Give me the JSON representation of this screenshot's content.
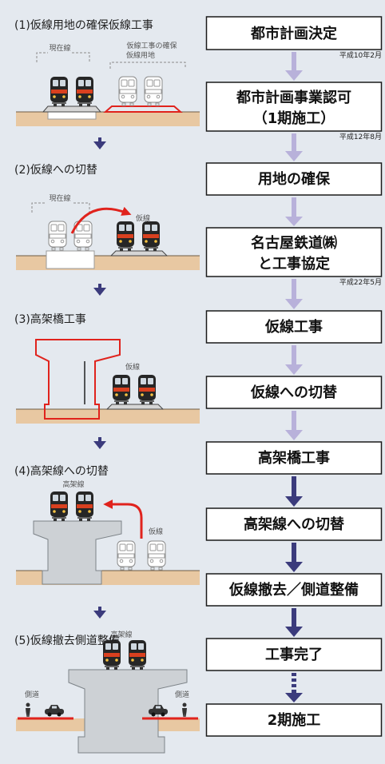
{
  "steps": [
    {
      "heading": "(1)仮線用地の確保仮線工事",
      "labels": {
        "current_line": "現在線",
        "land_line1": "仮線工事の確保",
        "land_line2": "仮線用地"
      }
    },
    {
      "heading": "(2)仮線への切替",
      "labels": {
        "current_line": "現在線",
        "temp_line": "仮線"
      }
    },
    {
      "heading": "(3)高架橋工事",
      "labels": {
        "temp_line": "仮線"
      }
    },
    {
      "heading": "(4)高架線への切替",
      "labels": {
        "elevated_line": "高架線",
        "temp_line": "仮線"
      }
    },
    {
      "heading": "(5)仮線撤去側道整備",
      "labels": {
        "elevated_line": "高架線",
        "side_road_left": "側道",
        "side_road_right": "側道"
      }
    }
  ],
  "flow": [
    {
      "lines": [
        "都市計画決定"
      ],
      "date": "平成10年2月"
    },
    {
      "lines": [
        "都市計画事業認可",
        "（1期施工）"
      ],
      "date": "平成12年8月"
    },
    {
      "lines": [
        "用地の確保"
      ]
    },
    {
      "lines": [
        "名古屋鉄道㈱",
        "と工事協定"
      ],
      "date": "平成22年5月"
    },
    {
      "lines": [
        "仮線工事"
      ]
    },
    {
      "lines": [
        "仮線への切替"
      ]
    },
    {
      "lines": [
        "高架橋工事"
      ]
    },
    {
      "lines": [
        "高架線への切替"
      ]
    },
    {
      "lines": [
        "仮線撤去／側道整備"
      ]
    },
    {
      "lines": [
        "工事完了"
      ]
    },
    {
      "lines": [
        "2期施工"
      ]
    }
  ],
  "colors": {
    "background": "#e4e9ef",
    "done-arrow": "#b8b1da",
    "todo-arrow": "#3b3b7c",
    "construction": "#e0231d",
    "ground": "#e8c8a2",
    "viaduct": "#cdd1d5"
  }
}
